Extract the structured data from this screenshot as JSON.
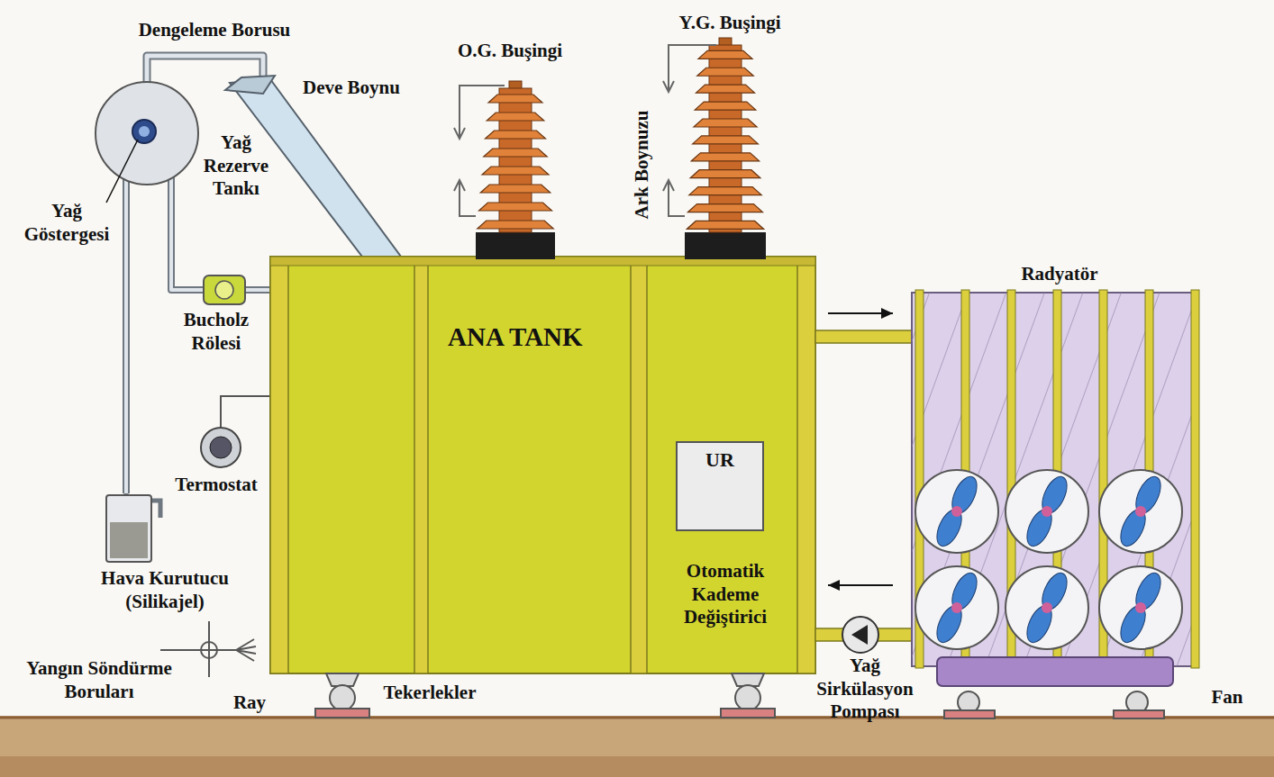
{
  "diagram": {
    "nodes": [
      {
        "text": [
          "ANA TANK"
        ]
      },
      {
        "text": [
          "UR"
        ],
        "in": 0
      },
      {
        "text": [
          "Radyatör"
        ]
      }
    ],
    "edges": [
      {
        "from": 0,
        "to": 2,
        "arrow": "to"
      },
      {
        "from": 2,
        "to": 0,
        "arrow": "to"
      }
    ],
    "labels": [
      "Dengeleme Borusu",
      "Deve Boynu",
      "O.G. Buşingi",
      "Y.G. Buşingi",
      "Yağ Rezerve Tankı",
      "Yağ Göstergesi",
      "Ark Boynuzu",
      "Bucholz Rölesi",
      "Termostat",
      "Hava Kurutucu (Silikajel)",
      "Otomatik Kademe Değiştirici",
      "Yangın Söndürme Boruları",
      "Ray",
      "Tekerlekler",
      "Yağ Sirkülasyon Pompası",
      "Fan"
    ]
  }
}
